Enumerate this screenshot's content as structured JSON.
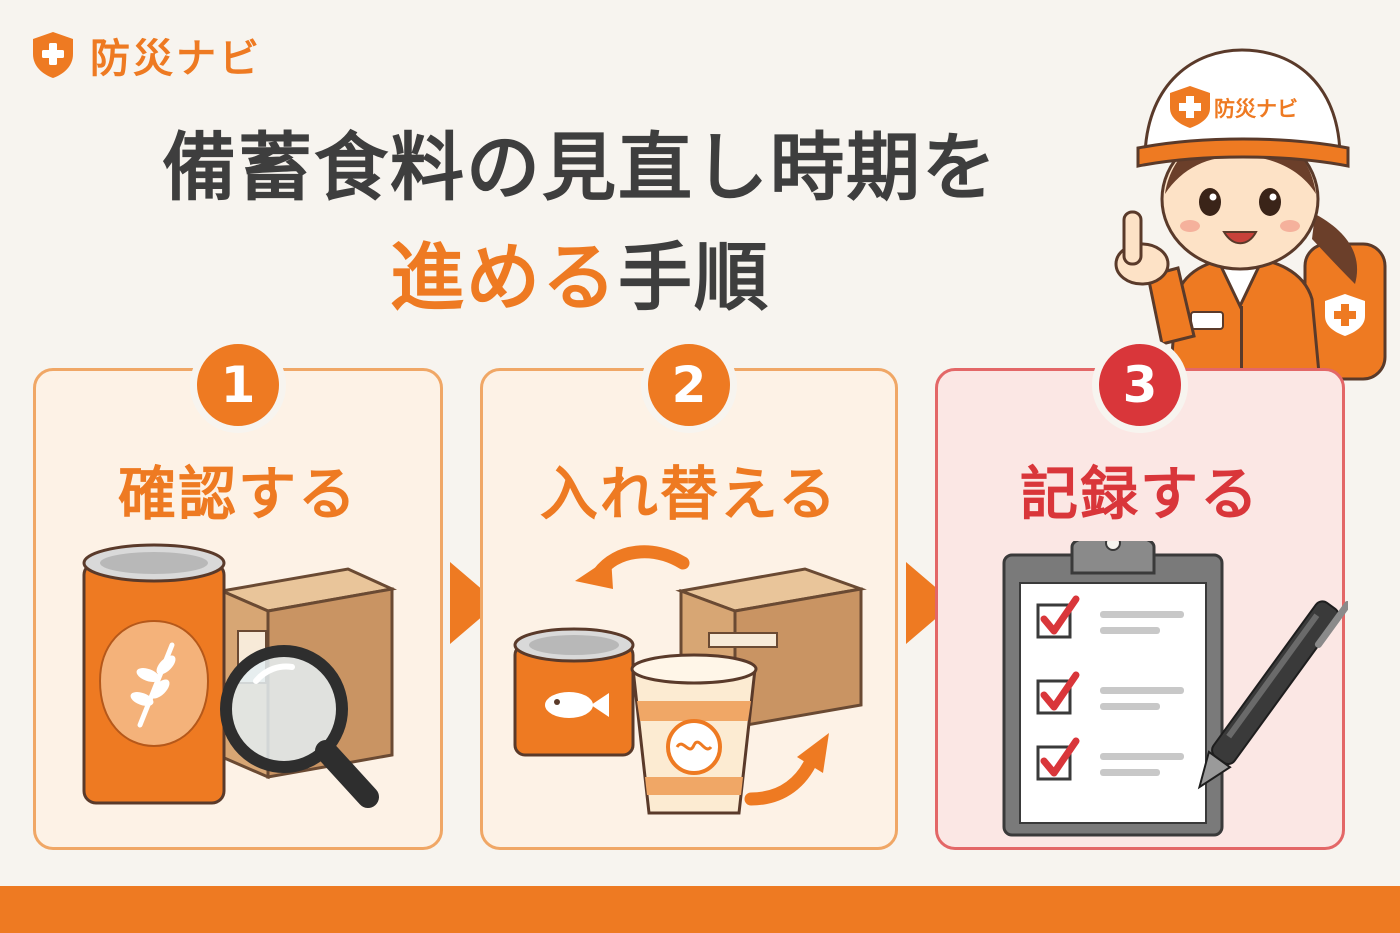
{
  "brand": {
    "name": "防災ナビ",
    "icon": "shield-plus-icon",
    "color": "#ee7a22"
  },
  "title": {
    "line1": "備蓄食料の見直し時期を",
    "line2_highlight": "進める",
    "line2_rest": "手順"
  },
  "mascot": {
    "helmet_text": "防災ナビ",
    "icon": "rescue-worker-pointing-icon"
  },
  "steps": [
    {
      "number": "1",
      "label": "確認する",
      "icon": "can-box-magnifier-icon"
    },
    {
      "number": "2",
      "label": "入れ替える",
      "icon": "rotate-food-stock-icon"
    },
    {
      "number": "3",
      "label": "記録する",
      "icon": "checklist-clipboard-pen-icon"
    }
  ],
  "colors": {
    "accent": "#ee7a22",
    "step3": "#d9363a",
    "background": "#f7f4ef"
  }
}
